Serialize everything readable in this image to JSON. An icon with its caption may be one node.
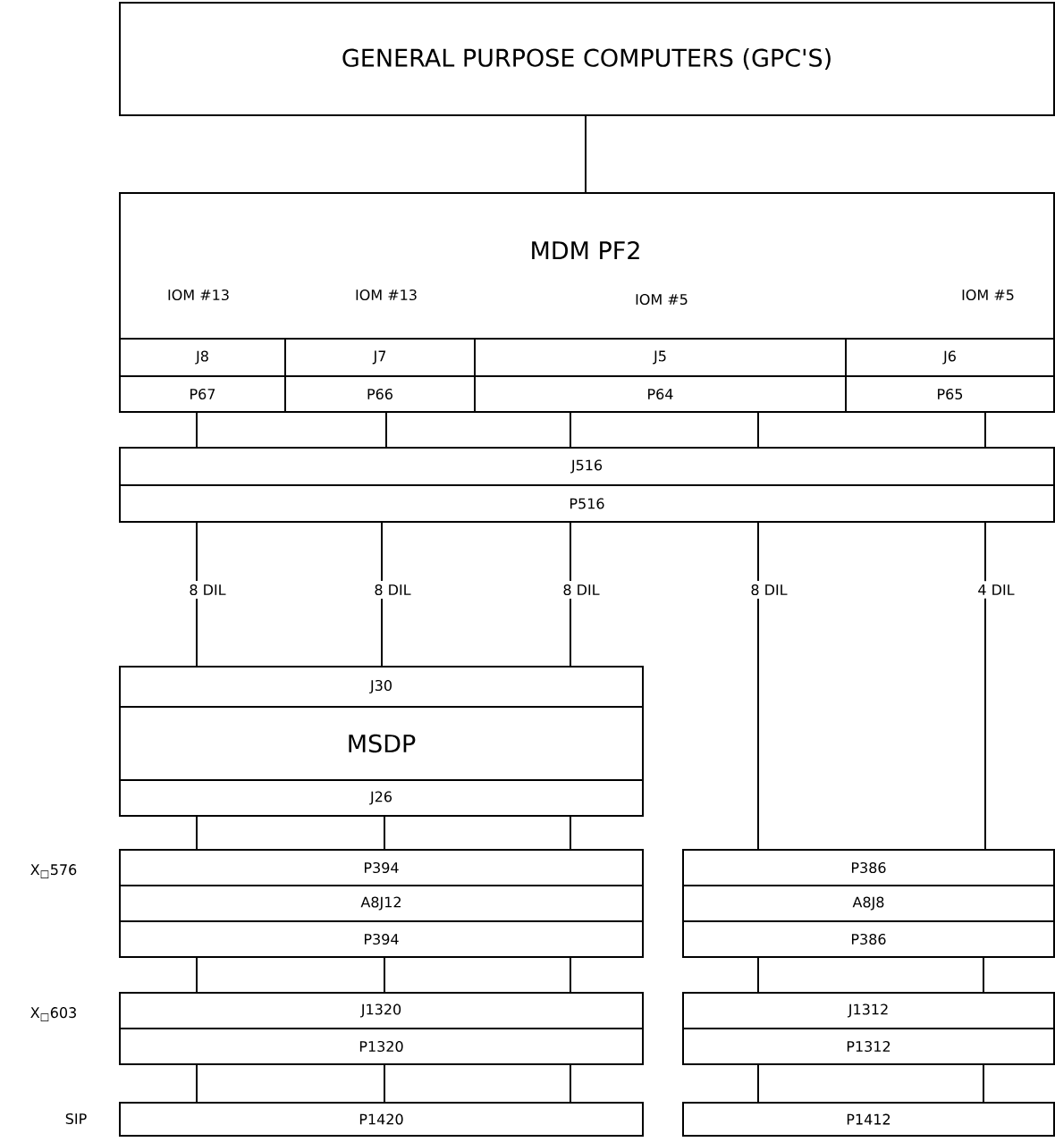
{
  "diagram": {
    "nodes": [
      {
        "text": [
          "GENERAL PURPOSE COMPUTERS (GPC'S)"
        ]
      },
      {
        "text": [
          "MDM PF2"
        ]
      },
      {
        "text": [
          "J8"
        ],
        "in": 1
      },
      {
        "text": [
          "J7"
        ],
        "in": 1
      },
      {
        "text": [
          "J5"
        ],
        "in": 1
      },
      {
        "text": [
          "J6"
        ],
        "in": 1
      },
      {
        "text": [
          "P67"
        ],
        "in": 1
      },
      {
        "text": [
          "P66"
        ],
        "in": 1
      },
      {
        "text": [
          "P64"
        ],
        "in": 1
      },
      {
        "text": [
          "P65"
        ],
        "in": 1
      },
      {
        "text": [
          "J516"
        ]
      },
      {
        "text": [
          "P516"
        ]
      },
      {
        "text": [
          "J30"
        ]
      },
      {
        "text": [
          "MSDP"
        ]
      },
      {
        "text": [
          "J26"
        ]
      },
      {
        "text": [
          "P394"
        ]
      },
      {
        "text": [
          "A8J12"
        ]
      },
      {
        "text": [
          "P394"
        ]
      },
      {
        "text": [
          "P386"
        ]
      },
      {
        "text": [
          "A8J8"
        ]
      },
      {
        "text": [
          "P386"
        ]
      },
      {
        "text": [
          "J1320"
        ]
      },
      {
        "text": [
          "P1320"
        ]
      },
      {
        "text": [
          "J1312"
        ]
      },
      {
        "text": [
          "P1312"
        ]
      },
      {
        "text": [
          "P1420"
        ]
      },
      {
        "text": [
          "P1412"
        ]
      }
    ],
    "edges": [
      {
        "from": 0,
        "to": 1,
        "arrow": "none"
      },
      {
        "from": 6,
        "to": 10,
        "arrow": "none"
      },
      {
        "from": 7,
        "to": 10,
        "arrow": "none"
      },
      {
        "from": 8,
        "to": 10,
        "arrow": "none"
      },
      {
        "from": 8,
        "to": 10,
        "arrow": "none"
      },
      {
        "from": 9,
        "to": 10,
        "arrow": "none"
      },
      {
        "from": 11,
        "to": 12,
        "arrow": "none",
        "label": "8 DIL"
      },
      {
        "from": 11,
        "to": 12,
        "arrow": "none",
        "label": "8 DIL"
      },
      {
        "from": 11,
        "to": 12,
        "arrow": "none",
        "label": "8 DIL"
      },
      {
        "from": 11,
        "to": 18,
        "arrow": "none",
        "label": "8 DIL"
      },
      {
        "from": 11,
        "to": 18,
        "arrow": "none",
        "label": "4 DIL"
      },
      {
        "from": 14,
        "to": 15,
        "arrow": "none"
      },
      {
        "from": 14,
        "to": 15,
        "arrow": "none"
      },
      {
        "from": 14,
        "to": 15,
        "arrow": "none"
      },
      {
        "from": 17,
        "to": 21,
        "arrow": "none"
      },
      {
        "from": 17,
        "to": 21,
        "arrow": "none"
      },
      {
        "from": 17,
        "to": 21,
        "arrow": "none"
      },
      {
        "from": 20,
        "to": 23,
        "arrow": "none"
      },
      {
        "from": 20,
        "to": 23,
        "arrow": "none"
      },
      {
        "from": 22,
        "to": 25,
        "arrow": "none"
      },
      {
        "from": 22,
        "to": 25,
        "arrow": "none"
      },
      {
        "from": 22,
        "to": 25,
        "arrow": "none"
      },
      {
        "from": 24,
        "to": 26,
        "arrow": "none"
      },
      {
        "from": 24,
        "to": 26,
        "arrow": "none"
      }
    ],
    "labels": [
      "IOM #13",
      "IOM #13",
      "IOM #5",
      "IOM #5",
      "X$_{□}$576",
      "X$_{□}$603",
      "SIP"
    ]
  }
}
